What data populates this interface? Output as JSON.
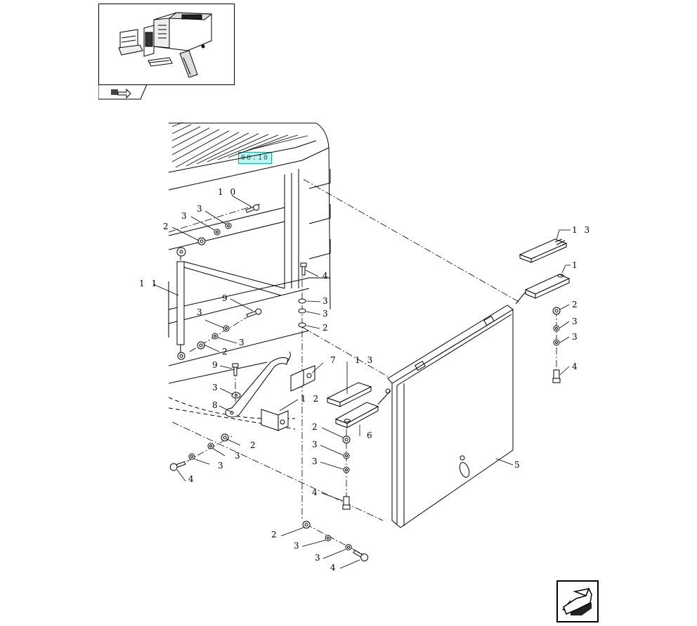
{
  "reference_tag": "08.10",
  "callouts": [
    {
      "id": "c-10a",
      "text": "1 0"
    },
    {
      "id": "c-3a",
      "text": "3"
    },
    {
      "id": "c-3b",
      "text": "3"
    },
    {
      "id": "c-2a",
      "text": "2"
    },
    {
      "id": "c-11",
      "text": "1 1"
    },
    {
      "id": "c-9a",
      "text": "9"
    },
    {
      "id": "c-3c",
      "text": "3"
    },
    {
      "id": "c-3d",
      "text": "3"
    },
    {
      "id": "c-2b",
      "text": "2"
    },
    {
      "id": "c-9b",
      "text": "9"
    },
    {
      "id": "c-3e",
      "text": "3"
    },
    {
      "id": "c-8",
      "text": "8"
    },
    {
      "id": "c-4a",
      "text": "4"
    },
    {
      "id": "c-3f",
      "text": "3"
    },
    {
      "id": "c-3g",
      "text": "3"
    },
    {
      "id": "c-2c",
      "text": "2"
    },
    {
      "id": "c-4b",
      "text": "4"
    },
    {
      "id": "c-3h",
      "text": "3"
    },
    {
      "id": "c-3i",
      "text": "3"
    },
    {
      "id": "c-2d",
      "text": "2"
    },
    {
      "id": "c-7",
      "text": "7"
    },
    {
      "id": "c-13a",
      "text": "1 3"
    },
    {
      "id": "c-12",
      "text": "1 2"
    },
    {
      "id": "c-2e",
      "text": "2"
    },
    {
      "id": "c-3j",
      "text": "3"
    },
    {
      "id": "c-3k",
      "text": "3"
    },
    {
      "id": "c-6",
      "text": "6"
    },
    {
      "id": "c-4c",
      "text": "4"
    },
    {
      "id": "c-2f",
      "text": "2"
    },
    {
      "id": "c-3l",
      "text": "3"
    },
    {
      "id": "c-3m",
      "text": "3"
    },
    {
      "id": "c-4d",
      "text": "4"
    },
    {
      "id": "c-13b",
      "text": "1 3"
    },
    {
      "id": "c-1",
      "text": "1"
    },
    {
      "id": "c-2g",
      "text": "2"
    },
    {
      "id": "c-3n",
      "text": "3"
    },
    {
      "id": "c-3o",
      "text": "3"
    },
    {
      "id": "c-4e",
      "text": "4"
    },
    {
      "id": "c-5",
      "text": "5"
    }
  ],
  "icons": {
    "thumbnail": "machine-overview-icon",
    "view_tab": "view-direction-icon",
    "next": "next-page-arrow-icon"
  }
}
